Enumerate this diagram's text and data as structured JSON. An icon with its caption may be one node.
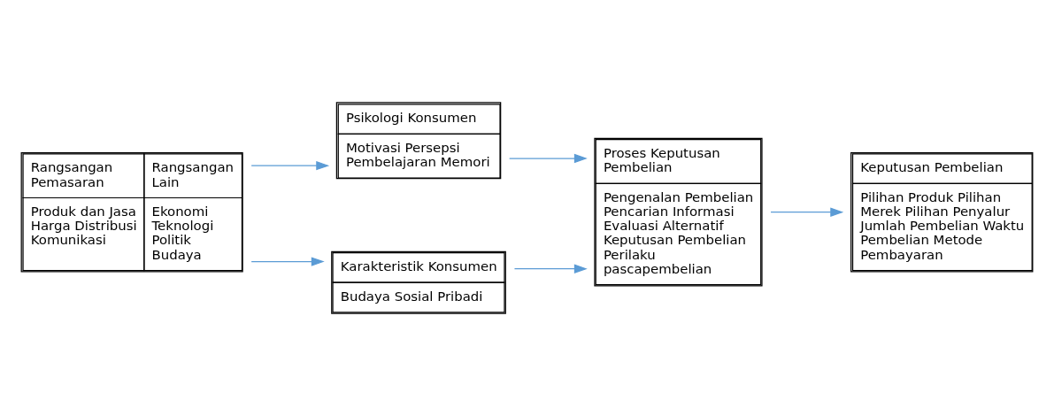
{
  "diagram": {
    "nodes": [
      {
        "text": [
          "Rangsangan Pemasaran",
          "Rangsangan Lain",
          "Produk dan Jasa Harga Distribusi Komunikasi",
          "Ekonomi Teknologi Politik Budaya"
        ]
      },
      {
        "text": [
          "Psikologi Konsumen",
          "Motivasi Persepsi Pembelajaran Memori"
        ]
      },
      {
        "text": [
          "Karakteristik Konsumen",
          "Budaya Sosial Pribadi"
        ]
      },
      {
        "text": [
          "Proses Keputusan Pembelian",
          "Pengenalan Pembelian Pencarian Informasi Evaluasi Alternatif Keputusan Pembelian Perilaku pascapembelian"
        ]
      },
      {
        "text": [
          "Keputusan Pembelian",
          "Pilihan Produk Pilihan Merek Pilihan Penyalur Jumlah Pembelian Waktu Pembelian Metode Pembayaran"
        ]
      }
    ],
    "edges": [
      {
        "from": 0,
        "to": 1,
        "arrow": "to"
      },
      {
        "from": 0,
        "to": 2,
        "arrow": "to"
      },
      {
        "from": 1,
        "to": 3,
        "arrow": "to"
      },
      {
        "from": 2,
        "to": 3,
        "arrow": "to"
      },
      {
        "from": 3,
        "to": 4,
        "arrow": "to"
      }
    ]
  }
}
